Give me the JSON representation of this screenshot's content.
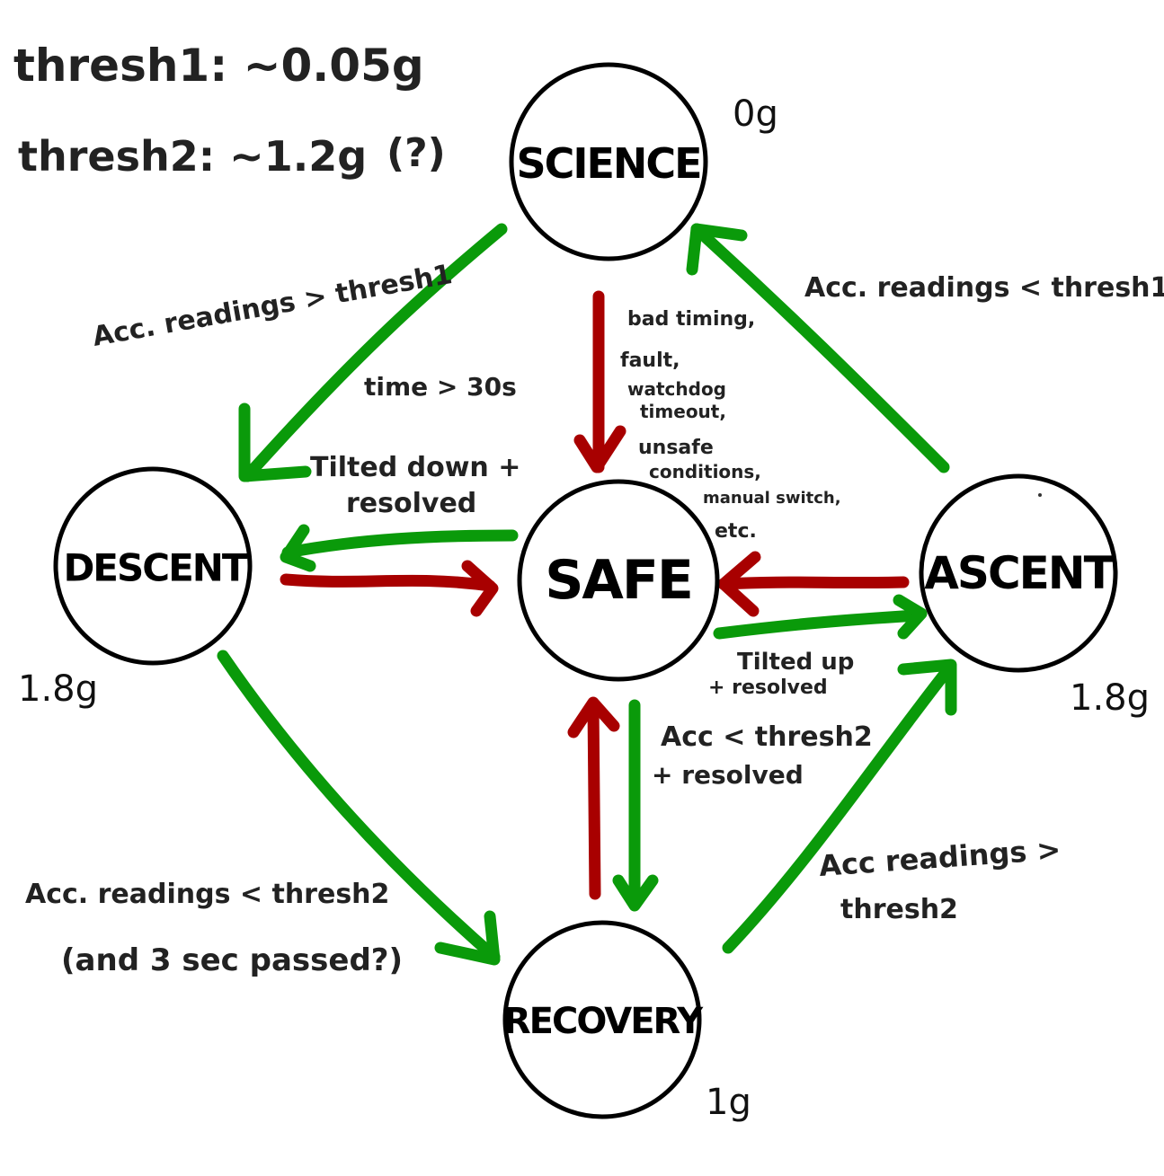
{
  "colors": {
    "green": "#0a9a0a",
    "red": "#a80000",
    "ink": "#111111"
  },
  "thresholds": {
    "thresh1": "thresh1: ~0.05g",
    "thresh2": "thresh2: ~1.2g",
    "thresh2_note": "(?)"
  },
  "nodes": {
    "science": {
      "label": "SCIENCE",
      "g": "0g"
    },
    "descent": {
      "label": "DESCENT",
      "g": "1.8g"
    },
    "safe": {
      "label": "SAFE"
    },
    "ascent": {
      "label": "ASCENT",
      "g": "1.8g"
    },
    "recovery": {
      "label": "RECOVERY",
      "g": "1g"
    }
  },
  "transitions": {
    "science_to_descent": {
      "color": "green",
      "label_1": "Acc. readings > thresh1",
      "label_2": "time > 30s"
    },
    "ascent_to_science": {
      "color": "green",
      "label_1": "Acc. readings < thresh1"
    },
    "science_to_safe": {
      "color": "red",
      "lines": [
        "bad timing,",
        "fault,",
        "watchdog",
        "timeout,",
        "unsafe",
        "conditions,",
        "manual switch,",
        "etc."
      ]
    },
    "safe_to_descent": {
      "color": "green",
      "label_1": "Tilted down +",
      "label_2": "resolved"
    },
    "descent_to_safe": {
      "color": "red"
    },
    "ascent_to_safe": {
      "color": "red"
    },
    "safe_to_ascent": {
      "color": "green",
      "label_1": "Tilted up",
      "label_2": "+ resolved"
    },
    "recovery_to_safe": {
      "color": "red"
    },
    "safe_to_recovery": {
      "color": "green",
      "label_1": "Acc < thresh2",
      "label_2": "+ resolved"
    },
    "descent_to_recovery": {
      "color": "green",
      "label_1": "Acc. readings < thresh2",
      "label_2": "(and 3 sec passed?)"
    },
    "recovery_to_ascent": {
      "color": "green",
      "label_1": "Acc readings >",
      "label_2": "thresh2"
    }
  }
}
